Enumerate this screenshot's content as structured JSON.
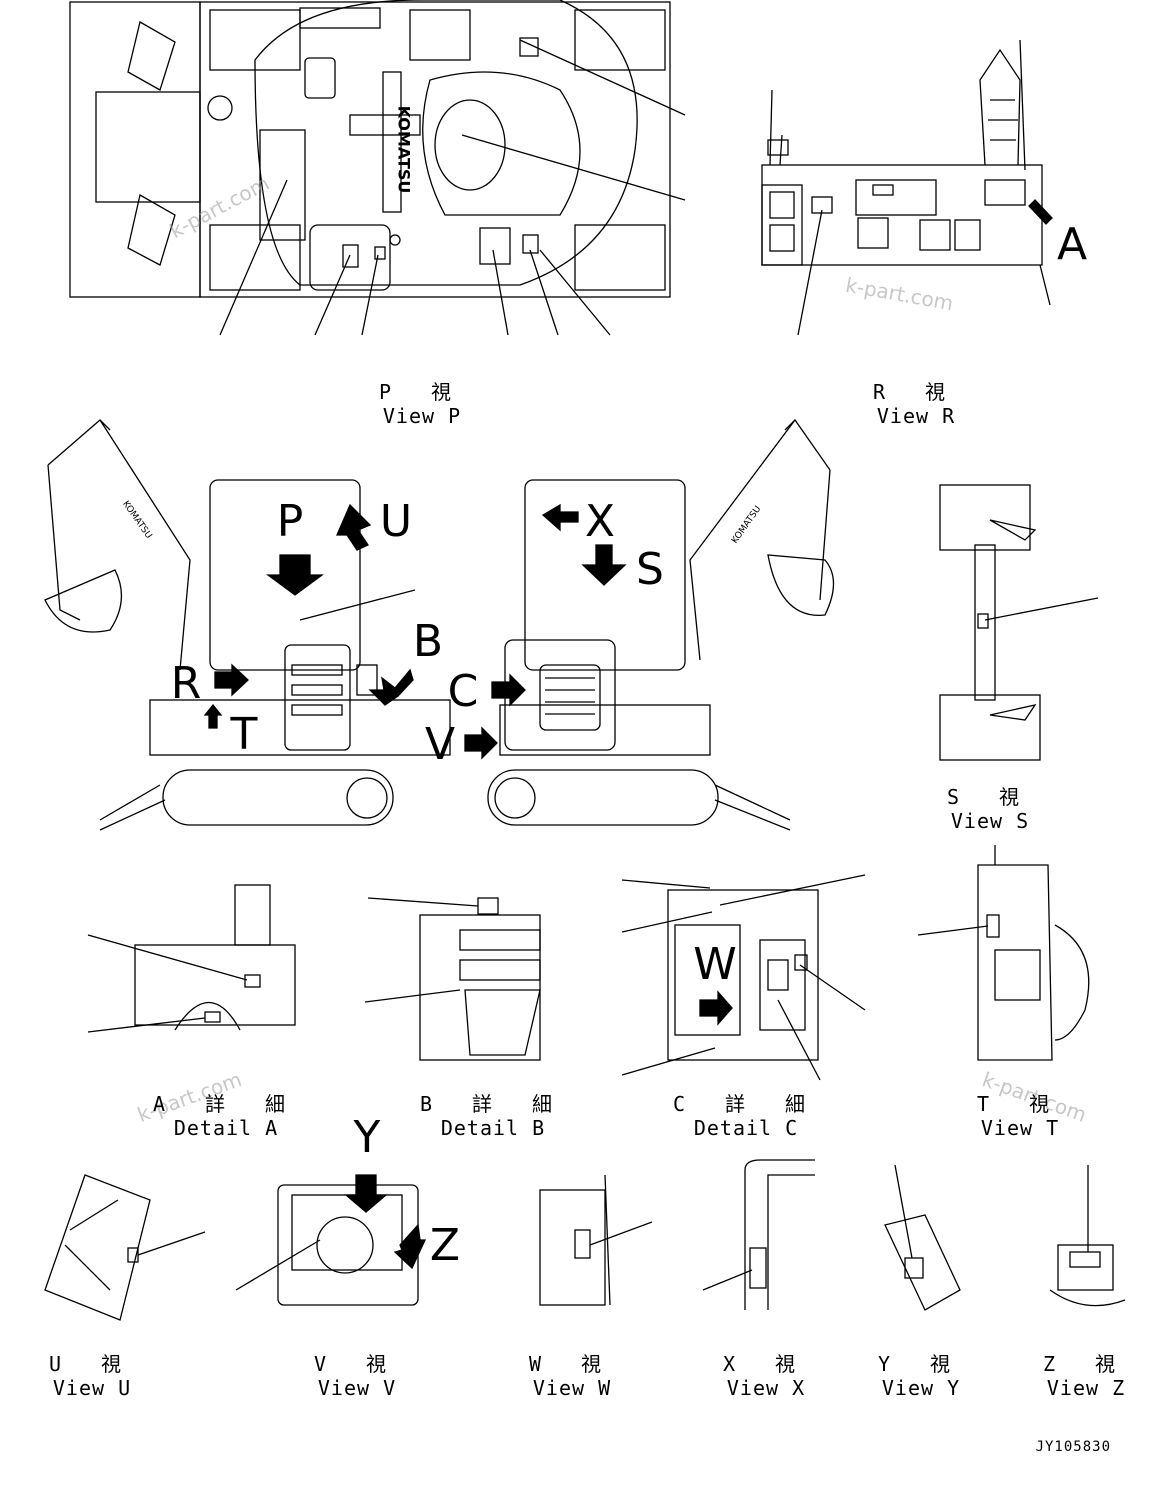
{
  "views": {
    "p": {
      "jp": "P 視",
      "en": "View P"
    },
    "r": {
      "jp": "R 視",
      "en": "View R"
    },
    "s": {
      "jp": "S 視",
      "en": "View S"
    },
    "t": {
      "jp": "T 視",
      "en": "View T"
    },
    "u": {
      "jp": "U 視",
      "en": "View U"
    },
    "v": {
      "jp": "V 視",
      "en": "View V"
    },
    "w": {
      "jp": "W 視",
      "en": "View W"
    },
    "x": {
      "jp": "X 視",
      "en": "View X"
    },
    "y": {
      "jp": "Y 視",
      "en": "View Y"
    },
    "z": {
      "jp": "Z 視",
      "en": "View Z"
    }
  },
  "details": {
    "a": {
      "jp": "A 詳 細",
      "en": "Detail A"
    },
    "b": {
      "jp": "B 詳 細",
      "en": "Detail B"
    },
    "c": {
      "jp": "C 詳 細",
      "en": "Detail C"
    }
  },
  "arrow_labels": {
    "p": "P",
    "u": "U",
    "b": "B",
    "r": "R",
    "t": "T",
    "x": "X",
    "s": "S",
    "c": "C",
    "v": "V",
    "a": "A",
    "w": "W",
    "y": "Y",
    "z": "Z"
  },
  "brand": "KOMATSU",
  "watermark": "k-part.com",
  "drawing_number": "JY105830"
}
